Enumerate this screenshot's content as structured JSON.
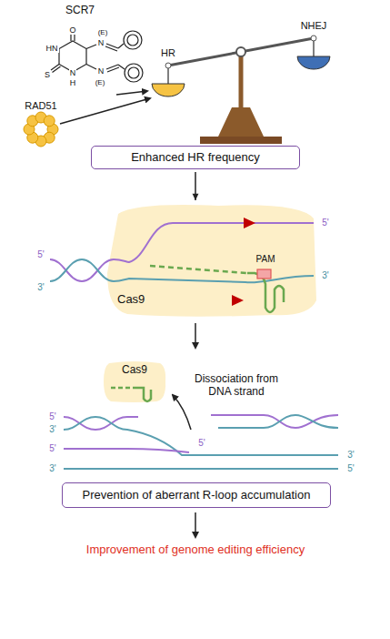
{
  "diagram": {
    "nodes": [
      {
        "text": [
          "Enhanced HR frequency"
        ]
      },
      {
        "text": [
          "Cas9"
        ]
      },
      {
        "text": [
          "Cas9"
        ]
      },
      {
        "text": [
          "Prevention of aberrant R-loop accumulation"
        ]
      }
    ],
    "edges": [
      {
        "from": 0,
        "to": 1,
        "arrow": "to"
      }
    ],
    "labels": [
      "SCR7",
      "O",
      "HN",
      "N",
      "(E)",
      "N",
      "(E)",
      "S",
      "N",
      "H",
      "HR",
      "NHEJ",
      "RAD51",
      "5'",
      "3'",
      "PAM",
      "5'",
      "3'",
      "Dissociation from DNA strand",
      "5'",
      "3'",
      "5'",
      "3'",
      "5'",
      "3'",
      "5'",
      "Improvement of genome editing efficiency"
    ]
  }
}
